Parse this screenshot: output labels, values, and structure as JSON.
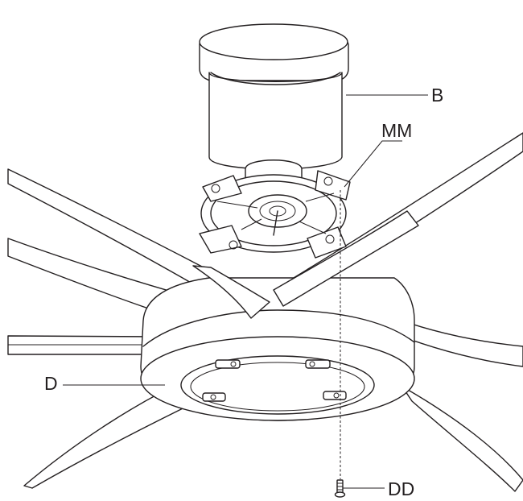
{
  "labels": {
    "canopy": "B",
    "mounting_plate": "MM",
    "decorative_ring": "D",
    "screw": "DD"
  },
  "colors": {
    "line": "#231f20",
    "background": "#ffffff"
  }
}
